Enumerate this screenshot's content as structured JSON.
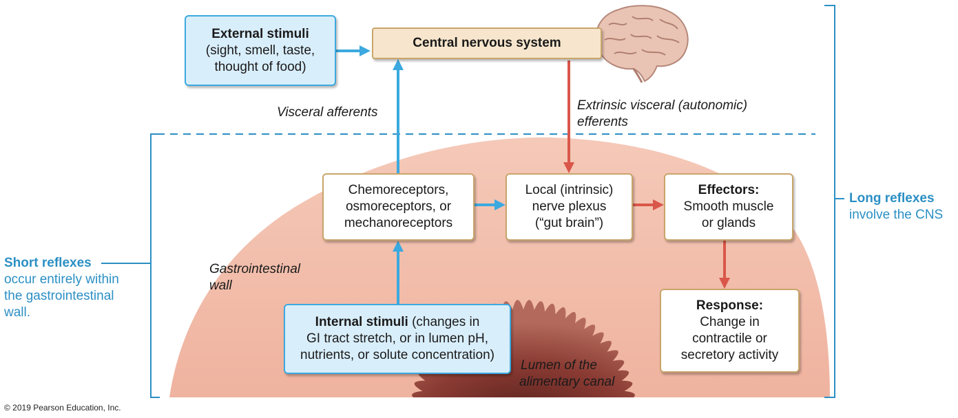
{
  "colors": {
    "gi_wall": "#f2bcaa",
    "lumen": "#8a3b33",
    "blue_accent": "#3ba9df",
    "blue_fill": "#d9eefb",
    "red_arrow": "#d9574a",
    "side_text": "#2b8fc4",
    "box_border": "#c8a56a",
    "cns_fill": "#f7e6cd"
  },
  "boxes": {
    "external_stimuli": {
      "title": "External stimuli",
      "lines": [
        "(sight, smell, taste,",
        "thought of food)"
      ]
    },
    "cns": {
      "title": "Central nervous system"
    },
    "receptors": {
      "lines": [
        "Chemoreceptors,",
        "osmoreceptors, or",
        "mechanoreceptors"
      ]
    },
    "plexus": {
      "lines": [
        "Local (intrinsic)",
        "nerve plexus",
        "(“gut brain”)"
      ]
    },
    "effectors": {
      "title": "Effectors:",
      "lines": [
        "Smooth muscle",
        "or glands"
      ]
    },
    "response": {
      "title": "Response:",
      "lines": [
        "Change in",
        "contractile or",
        "secretory activity"
      ]
    },
    "internal_stimuli": {
      "title": "Internal stimuli",
      "title_rest": " (changes in",
      "lines": [
        "GI tract stretch, or in lumen pH,",
        "nutrients, or solute concentration)"
      ]
    }
  },
  "labels": {
    "visceral_afferents": "Visceral afferents",
    "extrinsic_efferents": [
      "Extrinsic visceral (autonomic)",
      "efferents"
    ],
    "gi_wall": [
      "Gastrointestinal",
      "wall"
    ],
    "lumen": [
      "Lumen of the",
      "alimentary canal"
    ]
  },
  "side_notes": {
    "short": {
      "title": "Short reflexes",
      "lines": [
        "occur entirely within",
        "the gastrointestinal",
        "wall."
      ]
    },
    "long": {
      "title": "Long reflexes",
      "lines": [
        "involve the CNS"
      ]
    }
  },
  "icons": {
    "brain": "brain-icon"
  },
  "copyright": "© 2019 Pearson Education, Inc."
}
